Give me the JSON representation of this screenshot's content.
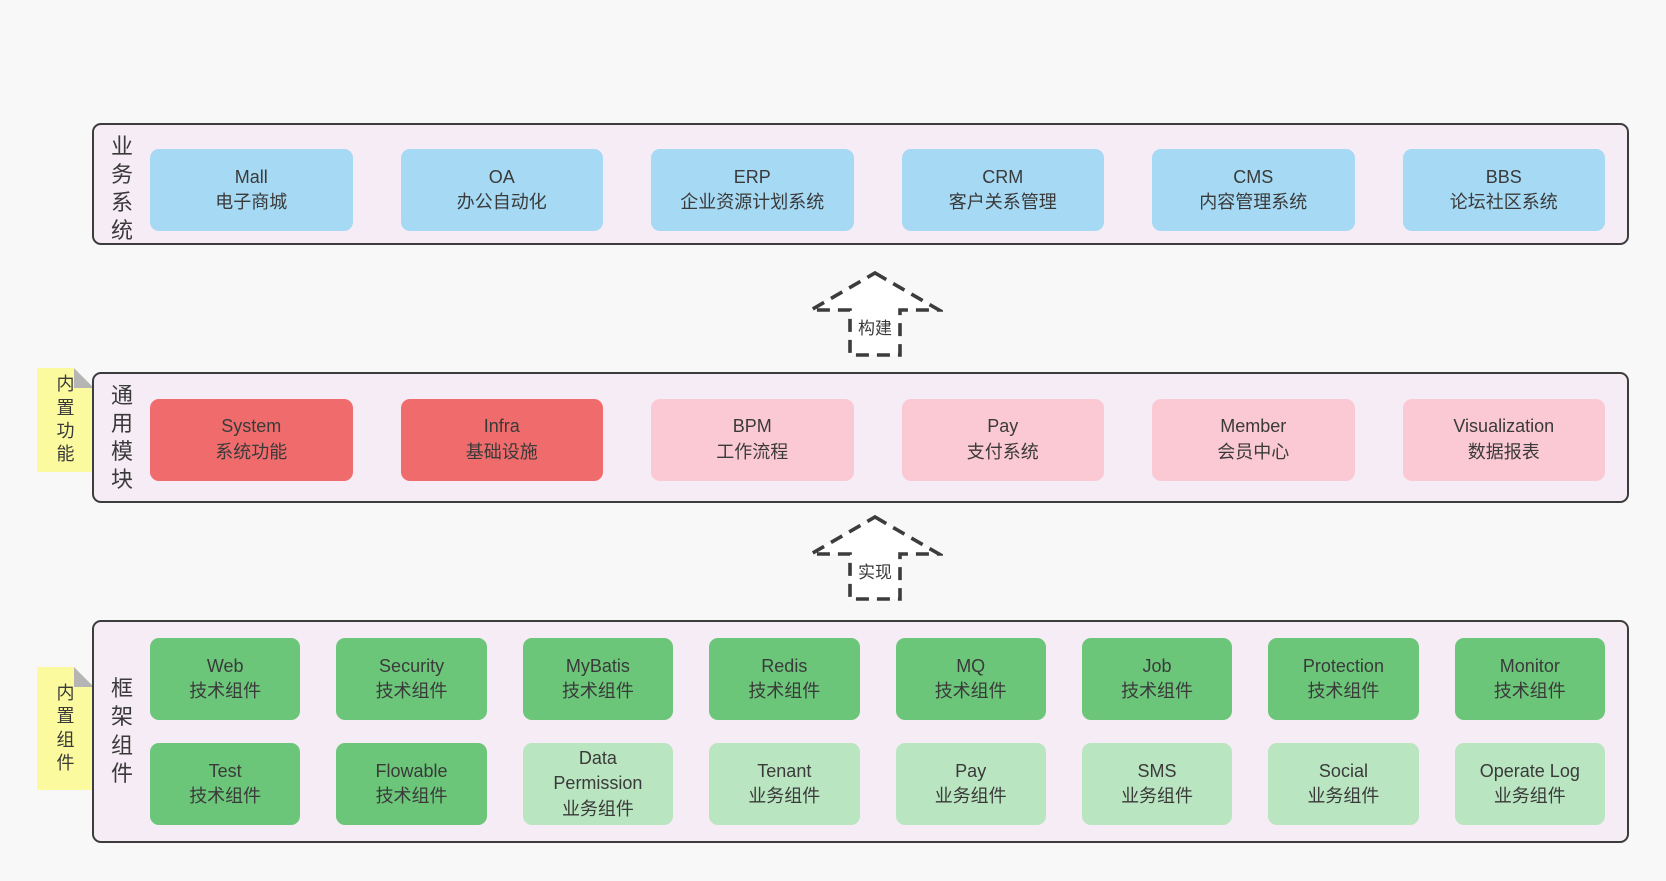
{
  "layers": [
    {
      "label": "业务系统",
      "boxes": [
        {
          "name": "Mall",
          "desc": "电子商城"
        },
        {
          "name": "OA",
          "desc": "办公自动化"
        },
        {
          "name": "ERP",
          "desc": "企业资源计划系统"
        },
        {
          "name": "CRM",
          "desc": "客户关系管理"
        },
        {
          "name": "CMS",
          "desc": "内容管理系统"
        },
        {
          "name": "BBS",
          "desc": "论坛社区系统"
        }
      ]
    },
    {
      "label": "通用模块",
      "sticky": "内置功能",
      "boxes": [
        {
          "name": "System",
          "desc": "系统功能"
        },
        {
          "name": "Infra",
          "desc": "基础设施"
        },
        {
          "name": "BPM",
          "desc": "工作流程"
        },
        {
          "name": "Pay",
          "desc": "支付系统"
        },
        {
          "name": "Member",
          "desc": "会员中心"
        },
        {
          "name": "Visualization",
          "desc": "数据报表"
        }
      ]
    },
    {
      "label": "框架组件",
      "sticky": "内置组件",
      "row1": [
        {
          "name": "Web",
          "desc": "技术组件"
        },
        {
          "name": "Security",
          "desc": "技术组件"
        },
        {
          "name": "MyBatis",
          "desc": "技术组件"
        },
        {
          "name": "Redis",
          "desc": "技术组件"
        },
        {
          "name": "MQ",
          "desc": "技术组件"
        },
        {
          "name": "Job",
          "desc": "技术组件"
        },
        {
          "name": "Protection",
          "desc": "技术组件"
        },
        {
          "name": "Monitor",
          "desc": "技术组件"
        }
      ],
      "row2": [
        {
          "name": "Test",
          "desc": "技术组件"
        },
        {
          "name": "Flowable",
          "desc": "技术组件"
        },
        {
          "name": "Data Permission",
          "desc": "业务组件"
        },
        {
          "name": "Tenant",
          "desc": "业务组件"
        },
        {
          "name": "Pay",
          "desc": "业务组件"
        },
        {
          "name": "SMS",
          "desc": "业务组件"
        },
        {
          "name": "Social",
          "desc": "业务组件"
        },
        {
          "name": "Operate Log",
          "desc": "业务组件"
        }
      ]
    }
  ],
  "arrows": [
    {
      "label": "构建"
    },
    {
      "label": "实现"
    }
  ],
  "colors": {
    "page-bg": "#f8f8f8",
    "panel-bg": "#f6ecf5",
    "panel-border": "#3c3c3c",
    "text": "#3a3a3a",
    "blue": "#a6d9f3",
    "red": "#f06c6c",
    "pink": "#fbc9d4",
    "green": "#6bc679",
    "green-light": "#b9e5c0",
    "yellow": "#fbfa9e",
    "fold": "#b5b5b5"
  }
}
